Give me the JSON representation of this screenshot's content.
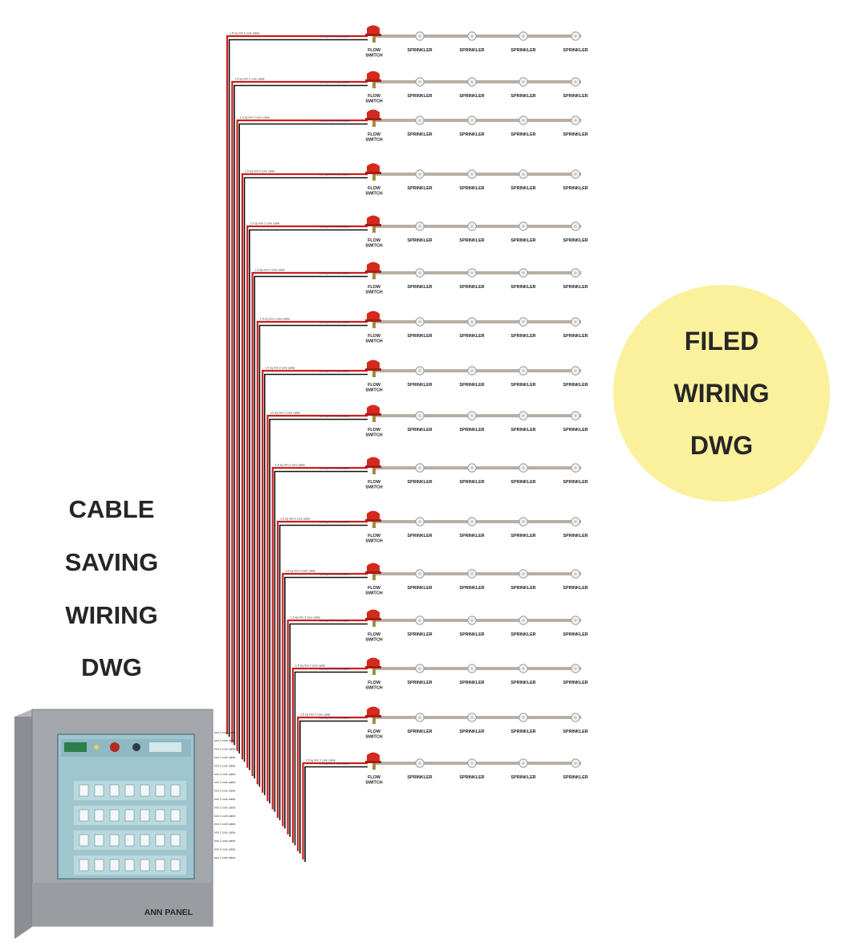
{
  "left_title": [
    "CABLE",
    "SAVING",
    "WIRING",
    "DWG"
  ],
  "circle_title": [
    "FILED",
    "WIRING",
    "DWG"
  ],
  "panel_label": "ANN PANEL",
  "device_labels": {
    "flow_switch": [
      "FLOW",
      "SWITCH"
    ],
    "sprinkler": "SPRINKLER"
  },
  "cable_label": "1.5 sq mm 2 core cable",
  "zone_count": 16,
  "sprinklers_per_zone": 4,
  "colors": {
    "wire_red": "#cc1f1f",
    "wire_black": "#111111",
    "pipe": "#b9aea3",
    "circle_fill": "#fbf19c",
    "panel_face": "#9fc6cf",
    "flow_switch": "#d42a1e"
  }
}
